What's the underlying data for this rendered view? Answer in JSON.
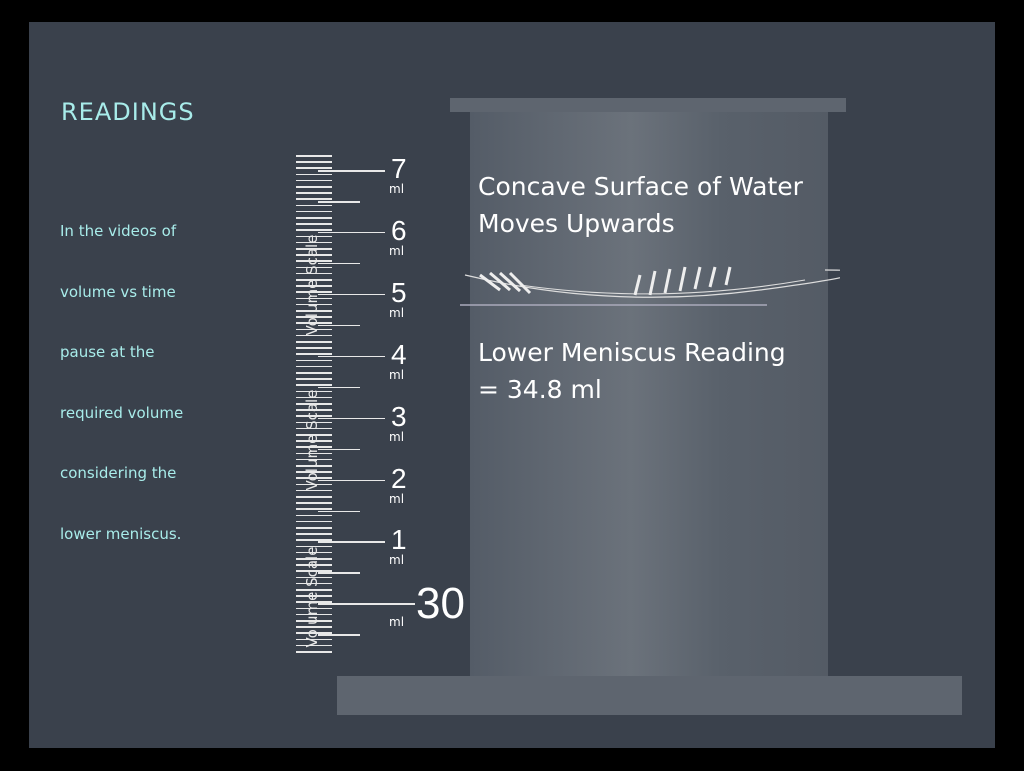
{
  "title": "READINGS",
  "instructions": [
    "In the videos of",
    "volume vs time",
    "pause at the",
    "required volume",
    "considering the",
    "lower meniscus."
  ],
  "scale": {
    "labels": [
      "7",
      "6",
      "5",
      "4",
      "3",
      "2",
      "1",
      "30"
    ],
    "unit": "ml",
    "axis_label": "Volume Scale"
  },
  "notes": {
    "surface_line1": "Concave Surface of Water",
    "surface_line2": "Moves Upwards",
    "reading_line1": "Lower Meniscus Reading",
    "reading_line2": "= 34.8 ml"
  }
}
